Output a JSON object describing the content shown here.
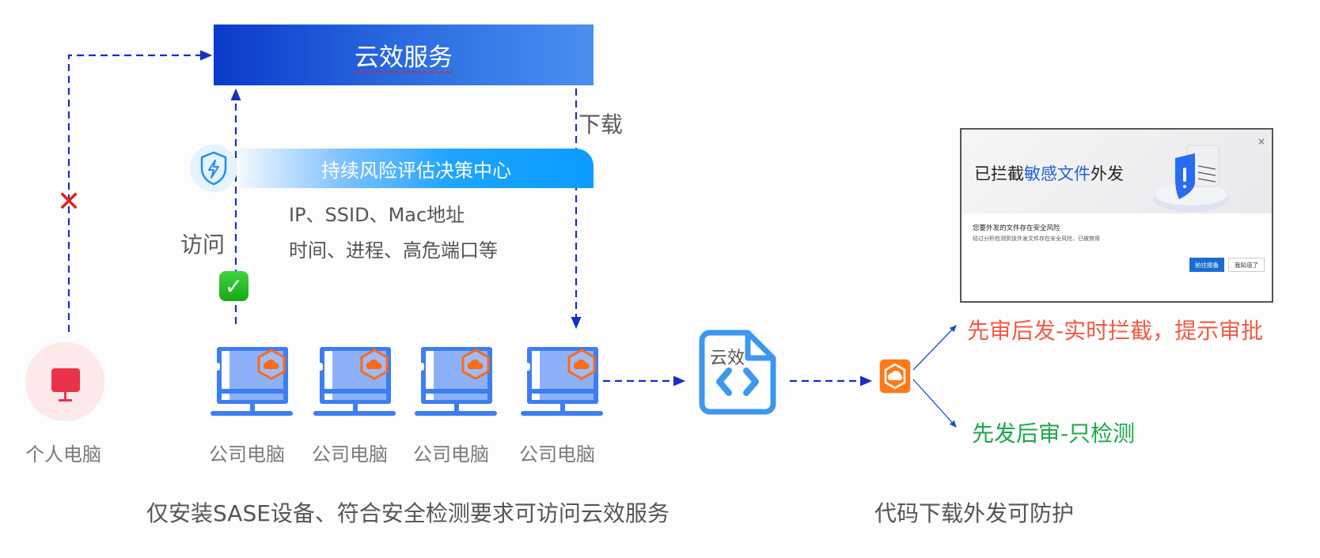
{
  "cloud_service": {
    "title": "云效服务"
  },
  "risk_center": {
    "title": "持续风险评估决策中心",
    "icon": "shield-lightning-icon"
  },
  "risk_factors": [
    "IP、SSID、Mac地址",
    "时间、进程、高危端口等"
  ],
  "flow_labels": {
    "access": "访问",
    "download": "下载"
  },
  "status_marks": {
    "blocked": "✕",
    "allowed": "✓"
  },
  "personal_pc": {
    "label": "个人电脑",
    "icon": "monitor-icon",
    "color": "#e8334a"
  },
  "company_pcs": [
    {
      "label": "公司电脑"
    },
    {
      "label": "公司电脑"
    },
    {
      "label": "公司电脑"
    },
    {
      "label": "公司电脑"
    }
  ],
  "code_file": {
    "label": "云效",
    "icon": "code-file-icon"
  },
  "captions": {
    "left": "仅安装SASE设备、符合安全检测要求可访问云效服务",
    "right": "代码下载外发可防护"
  },
  "modes": {
    "audit_first": {
      "text": "先审后发-实时拦截，提示审批",
      "color": "#f25a45"
    },
    "send_first": {
      "text": "先发后审-只检测",
      "color": "#1ba84a"
    }
  },
  "dialog": {
    "title_prefix": "已拦截",
    "title_highlight": "敏感文件",
    "title_suffix": "外发",
    "close": "×",
    "subtitle": "您要外发的文件存在安全风险",
    "description": "经过分析检测到该外发文件存在安全风险，已被禁用",
    "primary_button": "前往报备",
    "secondary_button": "我知道了"
  },
  "colors": {
    "flow_line": "#1a2fc4",
    "accent_blue": "#3d7ef0",
    "accent_orange": "#ff6a14"
  }
}
